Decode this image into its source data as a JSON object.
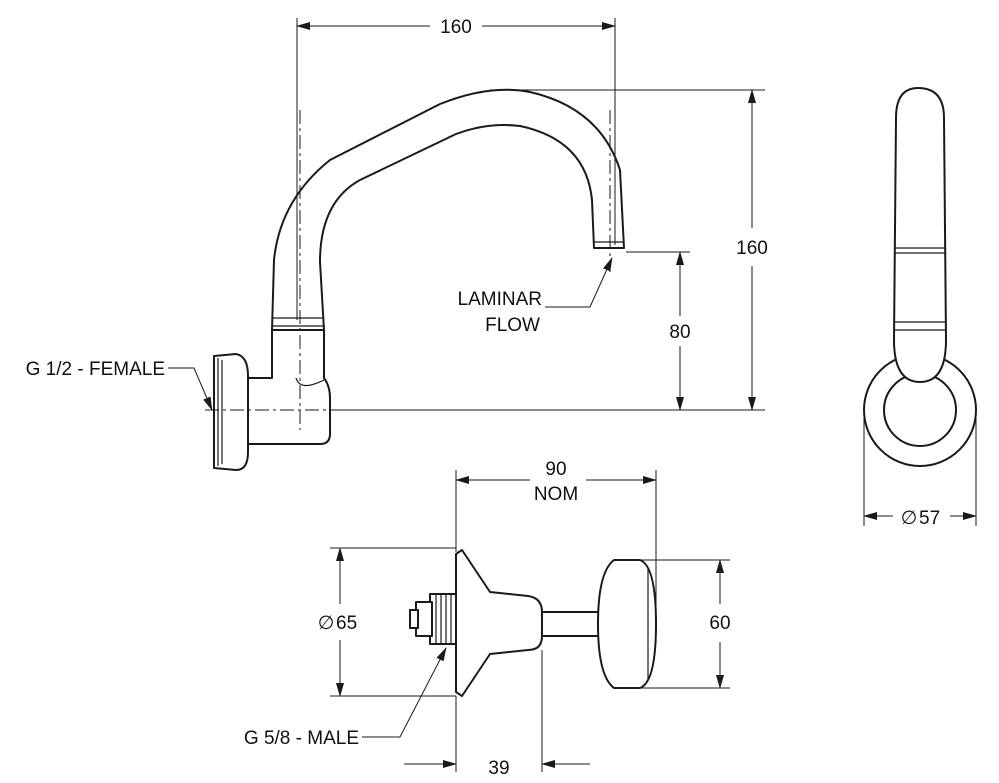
{
  "dimensions": {
    "spout_reach": "160",
    "spout_height_total": "160",
    "outlet_height": "80",
    "projection_nom_value": "90",
    "projection_nom_label": "NOM",
    "flange_diameter": "65",
    "body_height": "60",
    "body_depth": "39",
    "cover_diameter": "57",
    "diameter_symbol": "∅"
  },
  "callouts": {
    "inlet_female": "G 1/2 - FEMALE",
    "laminar_line1": "LAMINAR",
    "laminar_line2": "FLOW",
    "inlet_male": "G 5/8 - MALE"
  }
}
